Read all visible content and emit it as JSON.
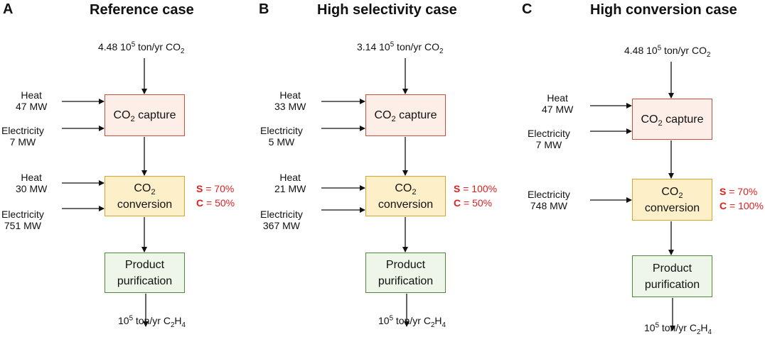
{
  "panels": [
    {
      "letter": "A",
      "title": "Reference case",
      "input_co2": {
        "value": "4.48 10",
        "exp": "5",
        "unit": " ton/yr CO",
        "sub": "2"
      },
      "capture": {
        "co": "CO",
        "sub": "2",
        "rest": " capture"
      },
      "capture_heat": {
        "label": "Heat",
        "value": "47 MW"
      },
      "capture_elec": {
        "label": "Electricity",
        "value": "7 MW"
      },
      "conversion": {
        "line1a": "CO",
        "line1sub": "2",
        "line2": "conversion"
      },
      "conversion_heat": {
        "label": "Heat",
        "value": "30 MW"
      },
      "conversion_elec": {
        "label": "Electricity",
        "value": "751 MW"
      },
      "selectivity": {
        "s_key": "S",
        "s_val": " = 70%",
        "c_key": "C",
        "c_val": " = 50%"
      },
      "purification": {
        "line1": "Product",
        "line2": "purification"
      },
      "output": {
        "value": "10",
        "exp": "5",
        "unit": " ton/yr C",
        "sub1": "2",
        "h": "H",
        "sub2": "4"
      }
    },
    {
      "letter": "B",
      "title": "High selectivity case",
      "input_co2": {
        "value": "3.14 10",
        "exp": "5",
        "unit": " ton/yr CO",
        "sub": "2"
      },
      "capture": {
        "co": "CO",
        "sub": "2",
        "rest": " capture"
      },
      "capture_heat": {
        "label": "Heat",
        "value": "33 MW"
      },
      "capture_elec": {
        "label": "Electricity",
        "value": "5 MW"
      },
      "conversion": {
        "line1a": "CO",
        "line1sub": "2",
        "line2": "conversion"
      },
      "conversion_heat": {
        "label": "Heat",
        "value": "21 MW"
      },
      "conversion_elec": {
        "label": "Electricity",
        "value": "367 MW"
      },
      "selectivity": {
        "s_key": "S",
        "s_val": " = 100%",
        "c_key": "C",
        "c_val": " = 50%"
      },
      "purification": {
        "line1": "Product",
        "line2": "purification"
      },
      "output": {
        "value": "10",
        "exp": "5",
        "unit": " ton/yr C",
        "sub1": "2",
        "h": "H",
        "sub2": "4"
      }
    },
    {
      "letter": "C",
      "title": "High conversion case",
      "input_co2": {
        "value": "4.48 10",
        "exp": "5",
        "unit": " ton/yr CO",
        "sub": "2"
      },
      "capture": {
        "co": "CO",
        "sub": "2",
        "rest": " capture"
      },
      "capture_heat": {
        "label": "Heat",
        "value": "47 MW"
      },
      "capture_elec": {
        "label": "Electricity",
        "value": "7 MW"
      },
      "conversion": {
        "line1a": "CO",
        "line1sub": "2",
        "line2": "conversion"
      },
      "conversion_elec": {
        "label": "Electricity",
        "value": "748 MW"
      },
      "selectivity": {
        "s_key": "S",
        "s_val": " = 70%",
        "c_key": "C",
        "c_val": " = 100%"
      },
      "purification": {
        "line1": "Product",
        "line2": "purification"
      },
      "output": {
        "value": "10",
        "exp": "5",
        "unit": " ton/yr C",
        "sub1": "2",
        "h": "H",
        "sub2": "4"
      }
    }
  ]
}
